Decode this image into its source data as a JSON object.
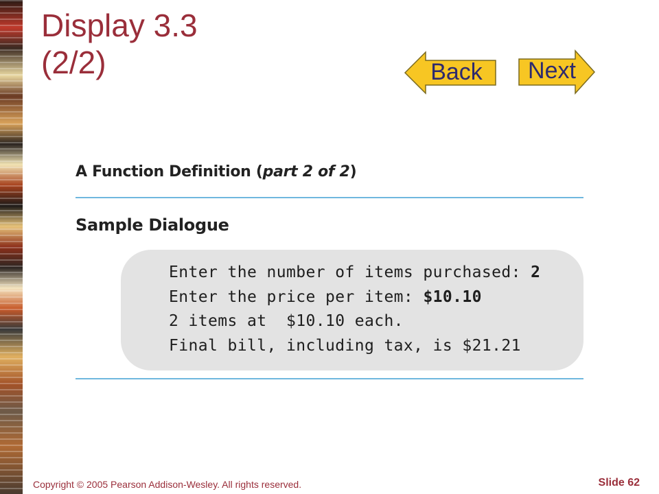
{
  "slide": {
    "title_line1": "Display 3.3",
    "title_line2": "(2/2)",
    "slide_number": "Slide 62",
    "copyright": "Copyright © 2005 Pearson Addison-Wesley. All rights reserved."
  },
  "nav": {
    "back_label": "Back",
    "next_label": "Next",
    "button_fill": "#f7c623",
    "button_stroke": "#7a6a20"
  },
  "figure": {
    "heading_main": "A Function Definition (",
    "heading_italic": "part 2 of 2",
    "heading_close": ")",
    "section_title": "Sample Dialogue",
    "dialogue": [
      {
        "text": "Enter the number of items purchased: ",
        "input": "2"
      },
      {
        "text": "Enter the price per item: ",
        "input": "$10.10"
      },
      {
        "text": "2 items at  $10.10 each.",
        "input": ""
      },
      {
        "text": "Final bill, including tax, is $21.21",
        "input": ""
      }
    ]
  },
  "colors": {
    "title": "#9a2e3a",
    "rule": "#6fb7de",
    "dialogue_bg": "#e3e3e3"
  }
}
